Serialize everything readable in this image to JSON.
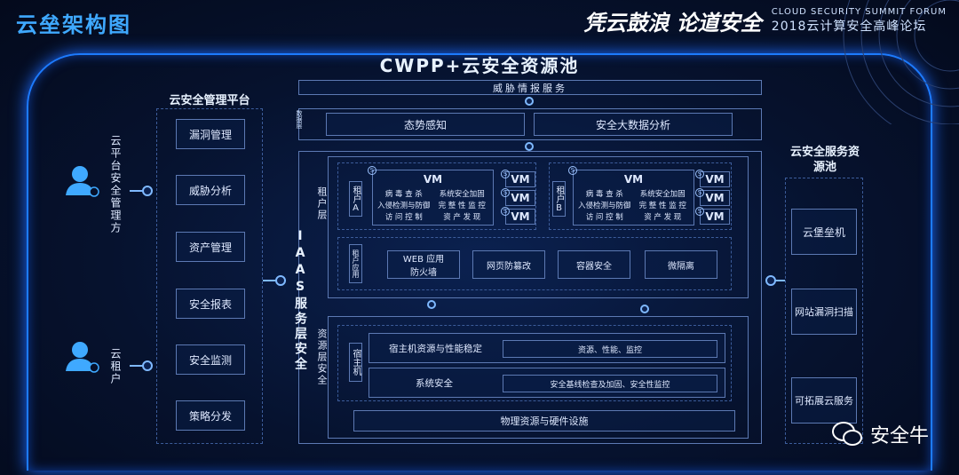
{
  "title": "云垒架构图",
  "brand": {
    "slogan": "凭云鼓浪 论道安全",
    "en_line": "CLOUD SECURITY SUMMIT FORUM",
    "cn_line": "2018云计算安全高峰论坛"
  },
  "cwpp_title": "CWPP+云安全资源池",
  "left_panel": {
    "header": "云安全管理平台",
    "items": [
      "漏洞管理",
      "威胁分析",
      "资产管理",
      "安全报表",
      "安全监测",
      "策略分发"
    ]
  },
  "actors": {
    "platform_admin": "云平台安全管理方",
    "tenant": "云租户"
  },
  "threat_intel": "威胁情报服务",
  "data_layer": {
    "label": "数据层",
    "items": [
      "态势感知",
      "安全大数据分析"
    ]
  },
  "iaas_label": "IAAS服务层安全",
  "tenant_layer_label": "租户层",
  "tenant_a": {
    "label": "租户A",
    "vm_title": "VM",
    "features": [
      "病 毒 查 杀",
      "系统安全加固",
      "入侵检测与防御",
      "完 整 性 监 控",
      "访 问 控 制",
      "资 产 发 现"
    ],
    "small_vms": [
      "VM",
      "VM",
      "VM"
    ]
  },
  "tenant_b": {
    "label": "租户B",
    "vm_title": "VM",
    "features": [
      "病 毒 查 杀",
      "系统安全加固",
      "入侵检测与防御",
      "完 整 性 监 控",
      "访 问 控 制",
      "资 产 发 现"
    ],
    "small_vms": [
      "VM",
      "VM",
      "VM"
    ]
  },
  "tenant_app": {
    "label": "租户应用",
    "items": [
      "WEB 应用\n防火墙",
      "网页防篡改",
      "容器安全",
      "微隔离"
    ]
  },
  "resource_layer": {
    "label": "资源层安全",
    "host_label": "宿主机",
    "row1_left": "宿主机资源与性能稳定",
    "row1_right": "资源、性能、监控",
    "row2_left": "系统安全",
    "row2_right": "安全基线检查及加固、安全性监控",
    "physical": "物理资源与硬件设施"
  },
  "right_panel": {
    "header": "云安全服务资源池",
    "items": [
      "云堡垒机",
      "网站漏洞扫描",
      "可拓展云服务"
    ]
  },
  "badge_letter": "S",
  "wechat_label": "安全牛",
  "colors": {
    "accent": "#3fa9ff",
    "border": "#5c79b3",
    "glow": "#1d7bff"
  }
}
